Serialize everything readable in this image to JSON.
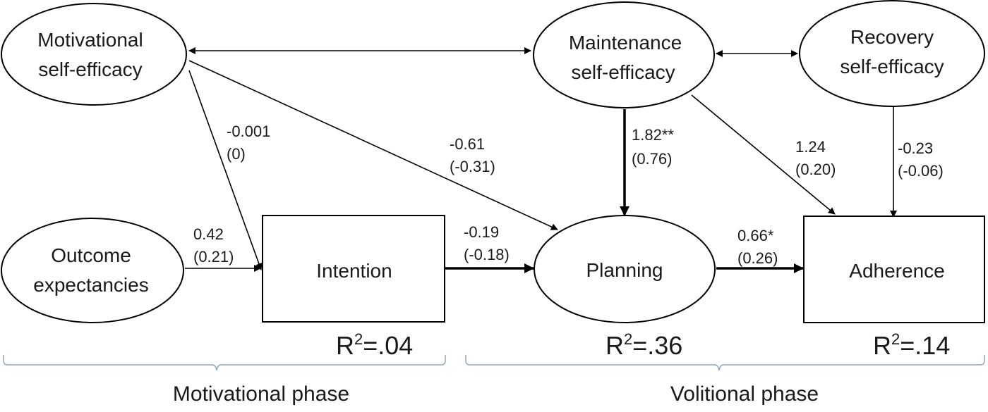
{
  "nodes": {
    "motivational_self_efficacy": {
      "line1": "Motivational",
      "line2": "self-efficacy"
    },
    "maintenance_self_efficacy": {
      "line1": "Maintenance",
      "line2": "self-efficacy"
    },
    "recovery_self_efficacy": {
      "line1": "Recovery",
      "line2": "self-efficacy"
    },
    "outcome_expectancies": {
      "line1": "Outcome",
      "line2": "expectancies"
    },
    "intention": {
      "label": "Intention"
    },
    "planning": {
      "label": "Planning"
    },
    "adherence": {
      "label": "Adherence"
    }
  },
  "paths": {
    "mse_to_intention": {
      "b": "-0.001",
      "beta": "(0)"
    },
    "mse_to_planning": {
      "b": "-0.61",
      "beta": "(-0.31)"
    },
    "oe_to_intention": {
      "b": "0.42",
      "beta": "(0.21)"
    },
    "intention_to_planning": {
      "b": "-0.19",
      "beta": "(-0.18)"
    },
    "maint_to_planning": {
      "b": "1.82**",
      "beta": "(0.76)"
    },
    "maint_to_adherence": {
      "b": "1.24",
      "beta": "(0.20)"
    },
    "recovery_to_adherence": {
      "b": "-0.23",
      "beta": "(-0.06)"
    },
    "planning_to_adherence": {
      "b": "0.66*",
      "beta": "(0.26)"
    }
  },
  "r_squared": {
    "symbol": "R",
    "exponent": "2",
    "intention": "=.04",
    "planning": "=.36",
    "adherence": "=.14"
  },
  "phases": {
    "motivational": "Motivational phase",
    "volitional": "Volitional phase"
  }
}
